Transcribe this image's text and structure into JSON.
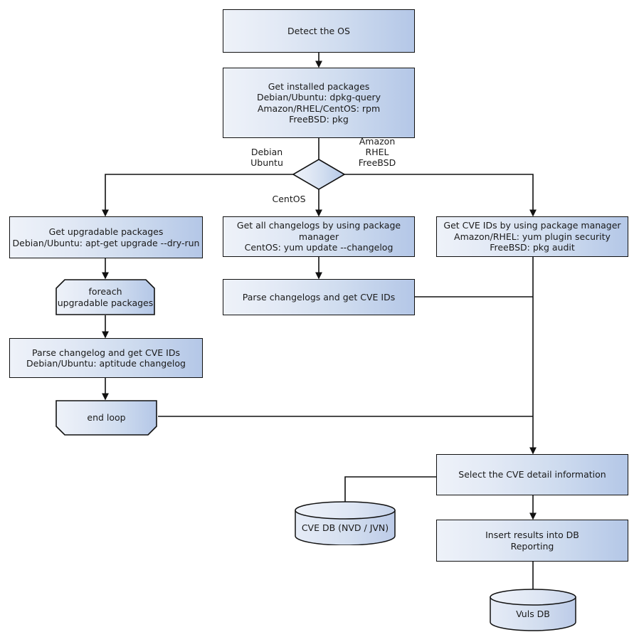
{
  "diagram": {
    "title": "Vuls scan workflow flowchart",
    "colors": {
      "node_fill_light": "#eef2f9",
      "node_fill_dark": "#b4c7e7",
      "node_border": "#111111",
      "edge_stroke": "#111111",
      "text": "#1a1a1a",
      "background": "#ffffff"
    },
    "nodes": {
      "detect_os": {
        "label": "Detect the OS",
        "type": "process"
      },
      "get_installed_packages": {
        "label": "Get installed packages\nDebian/Ubuntu: dpkg-query\nAmazon/RHEL/CentOS: rpm\nFreeBSD: pkg",
        "type": "process"
      },
      "os_decision": {
        "label": "",
        "type": "decision"
      },
      "get_upgradable_packages": {
        "label": "Get upgradable packages\nDebian/Ubuntu: apt-get upgrade --dry-run",
        "type": "process"
      },
      "get_all_changelogs": {
        "label": "Get all changelogs by using package manager\nCentOS: yum update --changelog",
        "type": "process"
      },
      "get_cve_ids_pkgmgr": {
        "label": "Get CVE IDs by using package manager\nAmazon/RHEL: yum plugin security\nFreeBSD: pkg audit",
        "type": "process"
      },
      "foreach_loop_start": {
        "label": "foreach\nupgradable  packages",
        "type": "loop-start"
      },
      "parse_changelog_single": {
        "label": "Parse changelog and get  CVE IDs\nDebian/Ubuntu: aptitude changelog",
        "type": "process"
      },
      "end_loop": {
        "label": "end loop",
        "type": "loop-end"
      },
      "parse_changelogs_cve": {
        "label": "Parse changelogs and get CVE IDs",
        "type": "process"
      },
      "select_cve_detail": {
        "label": "Select the CVE detail information",
        "type": "process"
      },
      "insert_results_db": {
        "label": "Insert results into DB\nReporting",
        "type": "process"
      },
      "cve_db": {
        "label": "CVE DB (NVD / JVN)",
        "type": "database"
      },
      "vuls_db": {
        "label": "Vuls DB",
        "type": "database"
      }
    },
    "edge_labels": {
      "debian_ubuntu": "Debian\nUbuntu",
      "amazon_rhel_freebsd": "Amazon\nRHEL\nFreeBSD",
      "centos": "CentOS"
    },
    "edges": [
      {
        "from": "detect_os",
        "to": "get_installed_packages",
        "label": ""
      },
      {
        "from": "get_installed_packages",
        "to": "os_decision",
        "label": ""
      },
      {
        "from": "os_decision",
        "to": "get_upgradable_packages",
        "label": "Debian\nUbuntu"
      },
      {
        "from": "os_decision",
        "to": "get_all_changelogs",
        "label": "CentOS"
      },
      {
        "from": "os_decision",
        "to": "get_cve_ids_pkgmgr",
        "label": "Amazon\nRHEL\nFreeBSD"
      },
      {
        "from": "get_upgradable_packages",
        "to": "foreach_loop_start",
        "label": ""
      },
      {
        "from": "foreach_loop_start",
        "to": "parse_changelog_single",
        "label": ""
      },
      {
        "from": "parse_changelog_single",
        "to": "end_loop",
        "label": ""
      },
      {
        "from": "end_loop",
        "to": "select_cve_detail",
        "label": ""
      },
      {
        "from": "get_all_changelogs",
        "to": "parse_changelogs_cve",
        "label": ""
      },
      {
        "from": "parse_changelogs_cve",
        "to": "select_cve_detail",
        "label": ""
      },
      {
        "from": "get_cve_ids_pkgmgr",
        "to": "select_cve_detail",
        "label": ""
      },
      {
        "from": "select_cve_detail",
        "to": "cve_db",
        "label": ""
      },
      {
        "from": "select_cve_detail",
        "to": "insert_results_db",
        "label": ""
      },
      {
        "from": "insert_results_db",
        "to": "vuls_db",
        "label": ""
      }
    ]
  }
}
